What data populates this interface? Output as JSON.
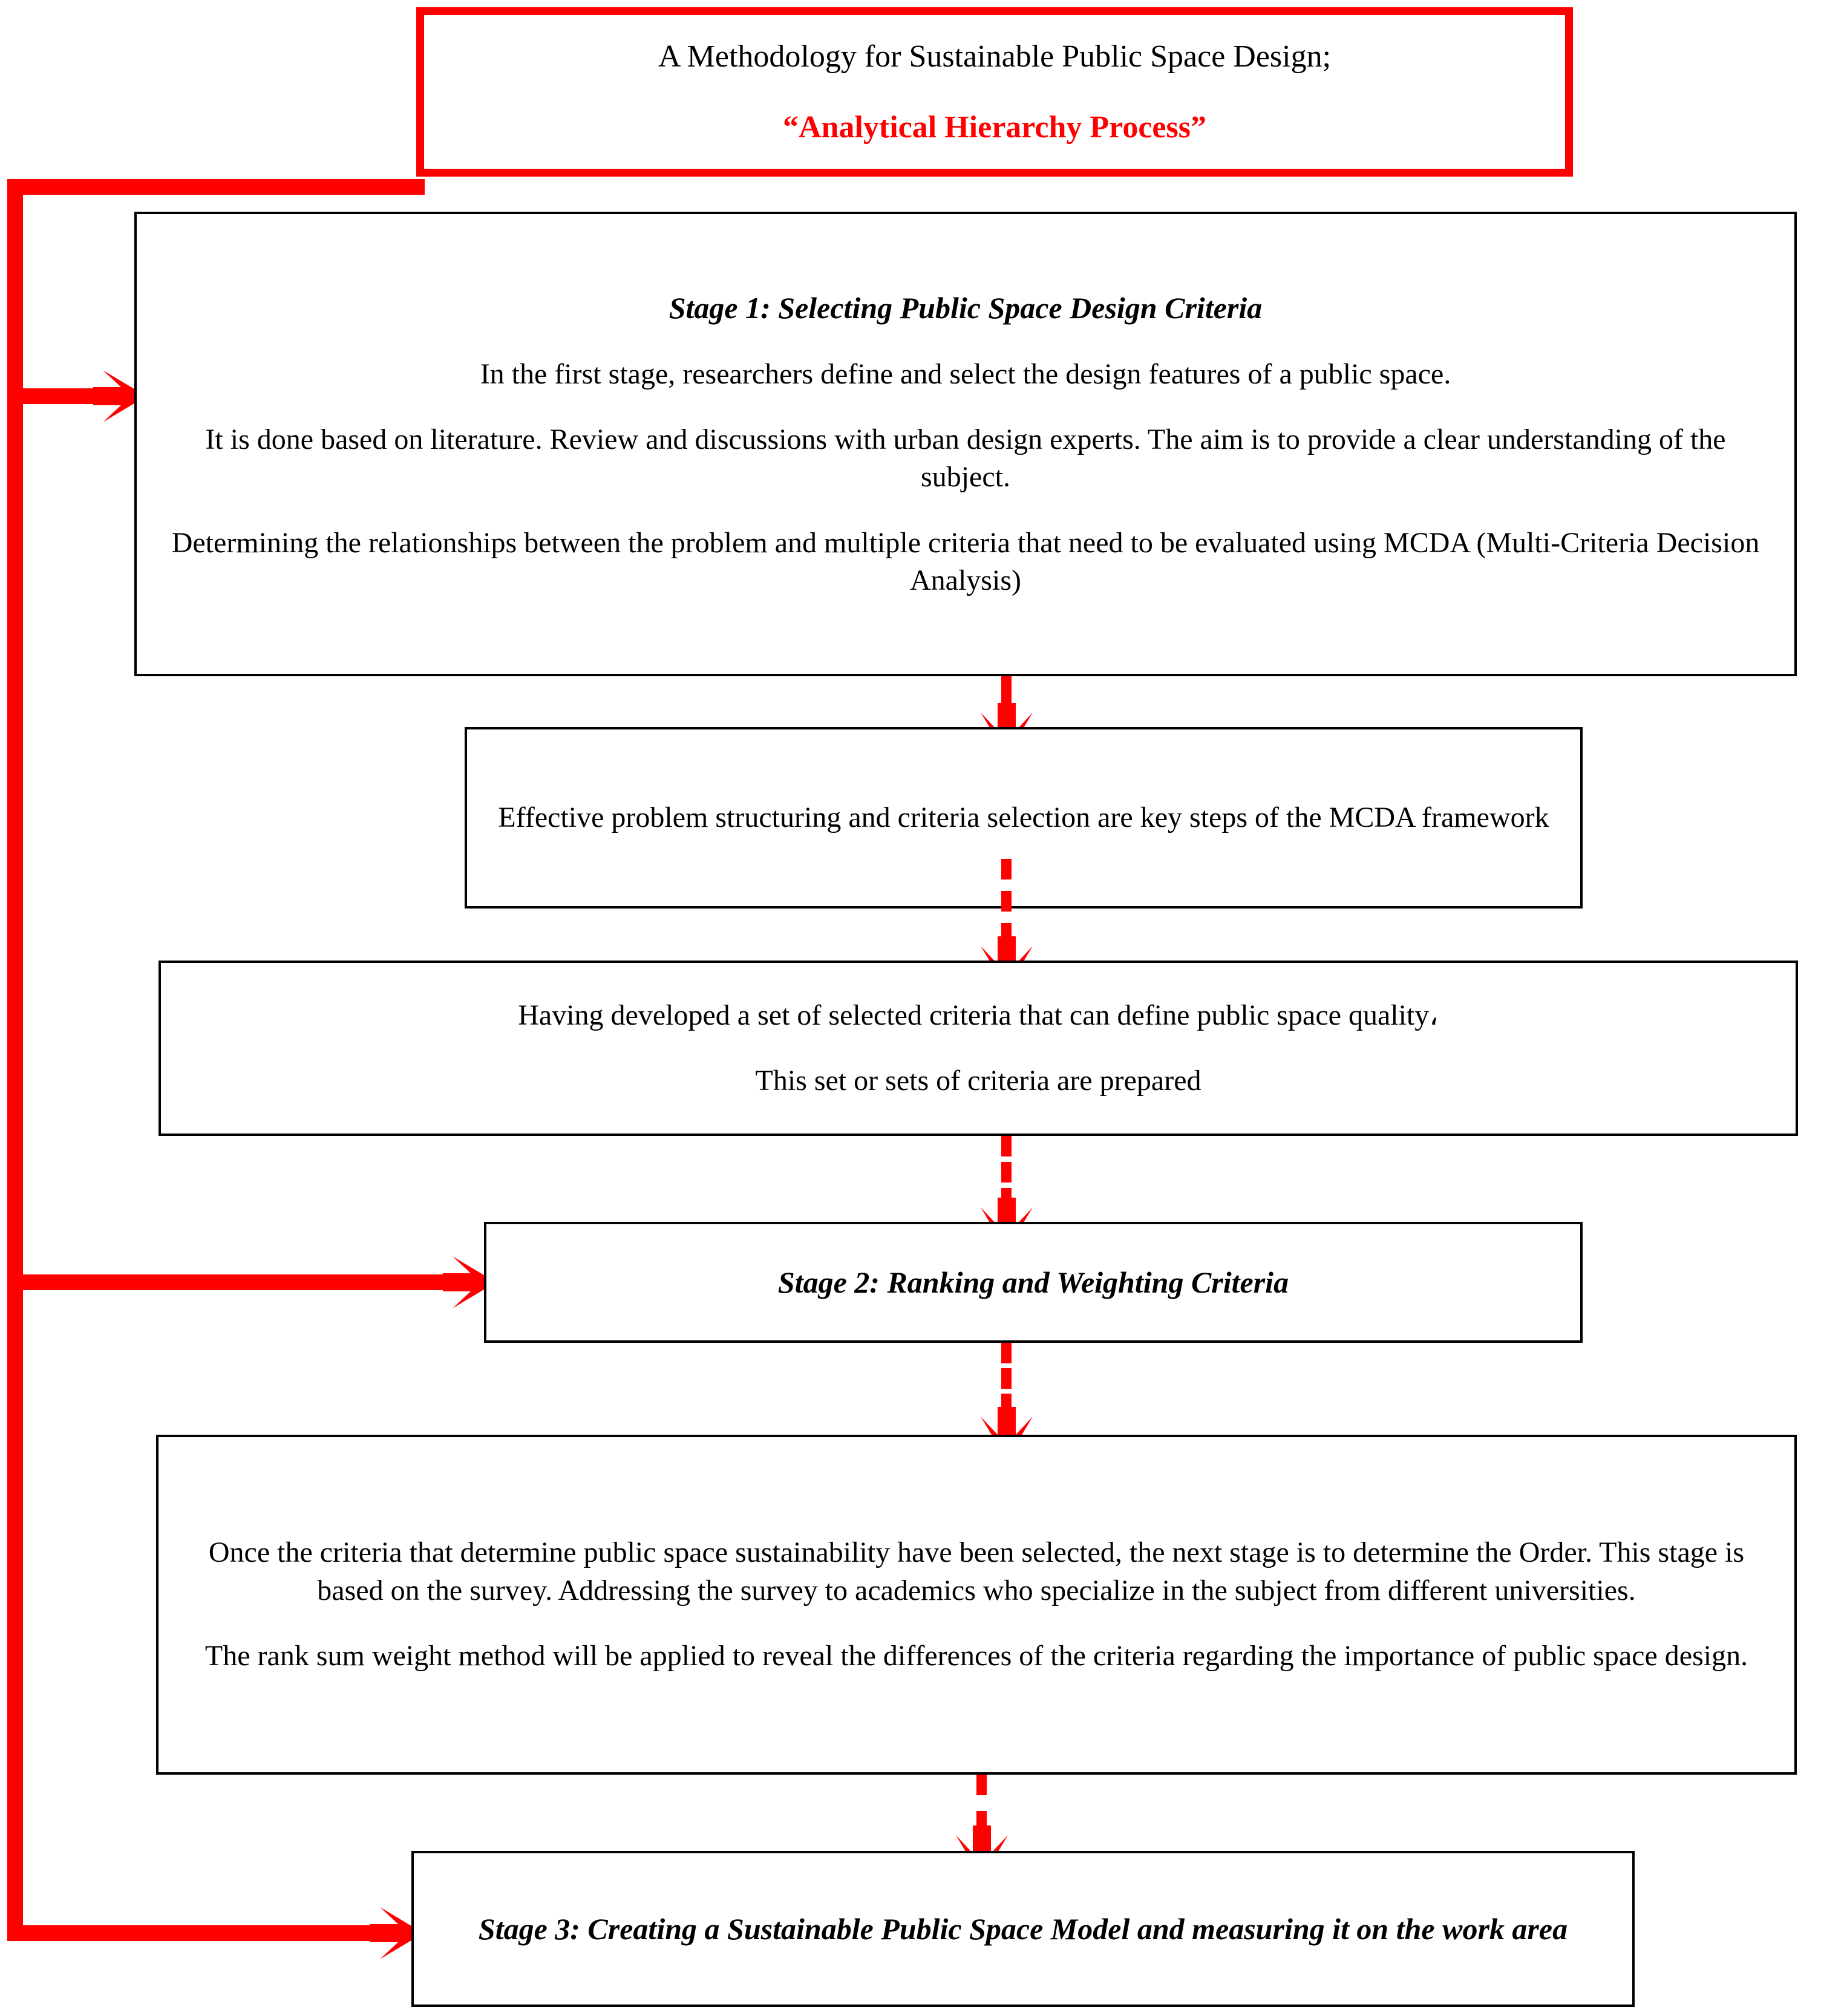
{
  "diagram": {
    "title_box": {
      "line1": "A Methodology for Sustainable Public Space Design;",
      "line2": "“Analytical Hierarchy Process”",
      "border_color": "#FF0000",
      "accent_color": "#FF0000"
    },
    "stage1": {
      "heading": "Stage 1: Selecting Public Space Design Criteria",
      "p1": "In the first stage, researchers define and select the design features of a public space.",
      "p2": "It is done based on literature. Review and discussions with urban design experts.  The aim is to provide a clear understanding of the subject.",
      "p3": "Determining the relationships between the problem and multiple criteria that need to be evaluated using MCDA (Multi-Criteria Decision Analysis)"
    },
    "mcda_box": {
      "text": "Effective problem structuring and criteria selection are key steps of the MCDA framework"
    },
    "criteria_box": {
      "p1": "Having developed a set of selected criteria that can define public space quality،",
      "p2": "This set or sets of criteria are prepared"
    },
    "stage2": {
      "heading": "Stage 2: Ranking and Weighting Criteria"
    },
    "survey_box": {
      "p1": "Once the criteria that determine public space sustainability have been selected, the next stage is to determine the Order. This stage is based on the survey. Addressing the survey to academics who specialize in the subject from different universities.",
      "p2": "The rank sum weight method will be applied to reveal the differences of the criteria regarding the importance of public space design."
    },
    "stage3": {
      "heading": "Stage 3: Creating a Sustainable Public Space Model and measuring it on the work area"
    },
    "connectors": {
      "flow_arrow_color": "#FF0000",
      "side_line_color": "#FF0000",
      "arrow_1_name": "arrow-stage1-to-mcda",
      "arrow_2_name": "arrow-mcda-to-criteria",
      "arrow_3_name": "arrow-criteria-to-stage2",
      "arrow_4_name": "arrow-stage2-to-survey",
      "arrow_5_name": "arrow-survey-to-stage3",
      "side_arrow_1_name": "arrow-title-to-stage1",
      "side_arrow_2_name": "arrow-title-to-stage2",
      "side_arrow_3_name": "arrow-title-to-stage3"
    }
  }
}
